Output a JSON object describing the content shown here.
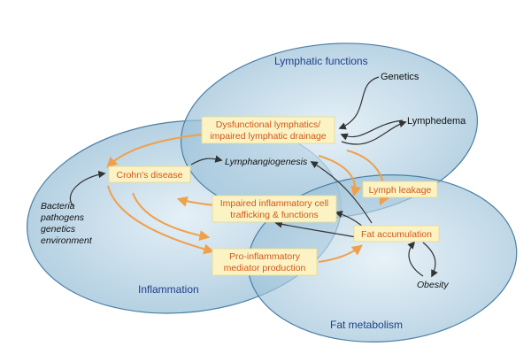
{
  "regions": {
    "lymphatic": "Lymphatic functions",
    "inflammation": "Inflammation",
    "fat": "Fat metabolism"
  },
  "boxes": {
    "dysfunctional": [
      "Dysfunctional lymphatics/",
      "impaired lymphatic drainage"
    ],
    "crohns": "Crohn's disease",
    "impaired_cell": [
      "Impaired inflammatory cell",
      "trafficking & functions"
    ],
    "lymph_leakage": "Lymph leakage",
    "fat_accumulation": "Fat accumulation",
    "pro_inflammatory": [
      "Pro-inflammatory",
      "mediator production"
    ]
  },
  "factors": {
    "genetics": "Genetics",
    "lymphedema": "Lymphedema",
    "lymphangiogenesis": "Lymphangiogenesis",
    "obesity": "Obesity",
    "environment_factors": [
      "Bacteria",
      "pathogens",
      "genetics",
      "environment"
    ]
  },
  "colors": {
    "ellipse_fill": "#a9cbe0",
    "ellipse_stroke": "#4d7fa6",
    "box_fill": "#fbf3c4",
    "box_text": "#d2571a",
    "cycle_arrow": "#f0a04a",
    "region_label": "#1e3f8a"
  }
}
